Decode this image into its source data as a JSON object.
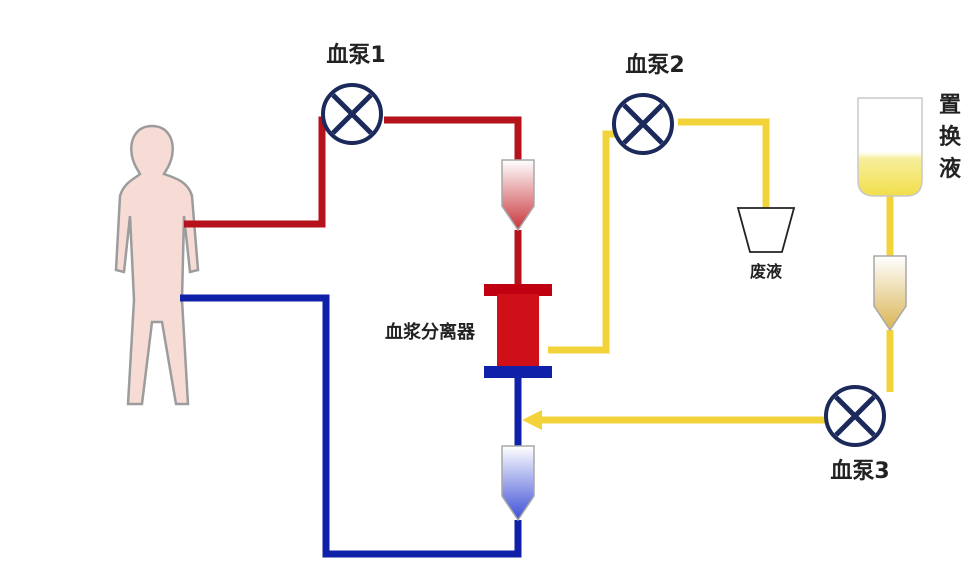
{
  "labels": {
    "pump1": "血泵1",
    "pump2": "血泵2",
    "pump3": "血泵3",
    "waste": "废液",
    "separator": "血浆分离器",
    "replacement_fluid": [
      "置",
      "换",
      "液"
    ]
  },
  "colors": {
    "arterial_line": "#b5121b",
    "venous_line": "#1020a8",
    "plasma_line": "#f2d33a",
    "separator_body": "#d01018",
    "separator_cap": "#c00010",
    "separator_base": "#1020a8",
    "body_fill": "#f7dcd6",
    "body_stroke": "#9c9c9c",
    "pump_stroke": "#1b2a5a"
  },
  "icons": {
    "patient": "human-body-icon",
    "pump": "roller-pump-icon",
    "chamber": "drip-chamber-icon",
    "waste": "waste-container-icon",
    "bag": "fluid-bag-icon",
    "arrow": "flow-arrow-icon"
  }
}
